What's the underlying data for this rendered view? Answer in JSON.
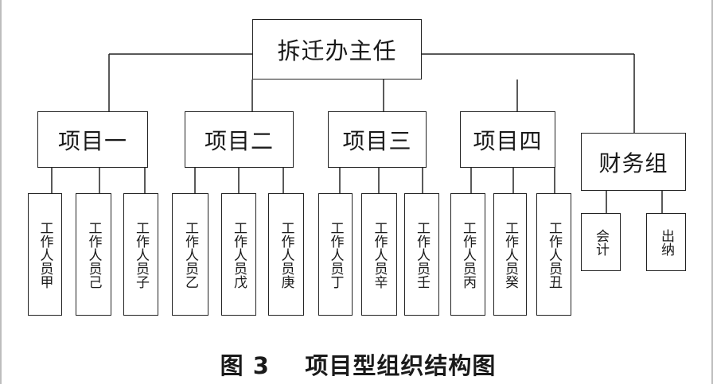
{
  "root": {
    "label": "拆迁办主任"
  },
  "projects": [
    {
      "label": "项目一",
      "staff": [
        "工作人员甲",
        "工作人员己",
        "工作人员子"
      ]
    },
    {
      "label": "项目二",
      "staff": [
        "工作人员乙",
        "工作人员戊",
        "工作人员庚"
      ]
    },
    {
      "label": "项目三",
      "staff": [
        "工作人员丁",
        "工作人员辛",
        "工作人员壬"
      ]
    },
    {
      "label": "项目四",
      "staff": [
        "工作人员丙",
        "工作人员癸",
        "工作人员丑"
      ]
    }
  ],
  "finance": {
    "label": "财务组",
    "members": [
      "会计",
      "出纳"
    ]
  },
  "caption": "图 3    项目型组织结构图",
  "colors": {
    "line": "#222222",
    "text": "#1a1a1a",
    "frame": "#bdbdbd"
  }
}
